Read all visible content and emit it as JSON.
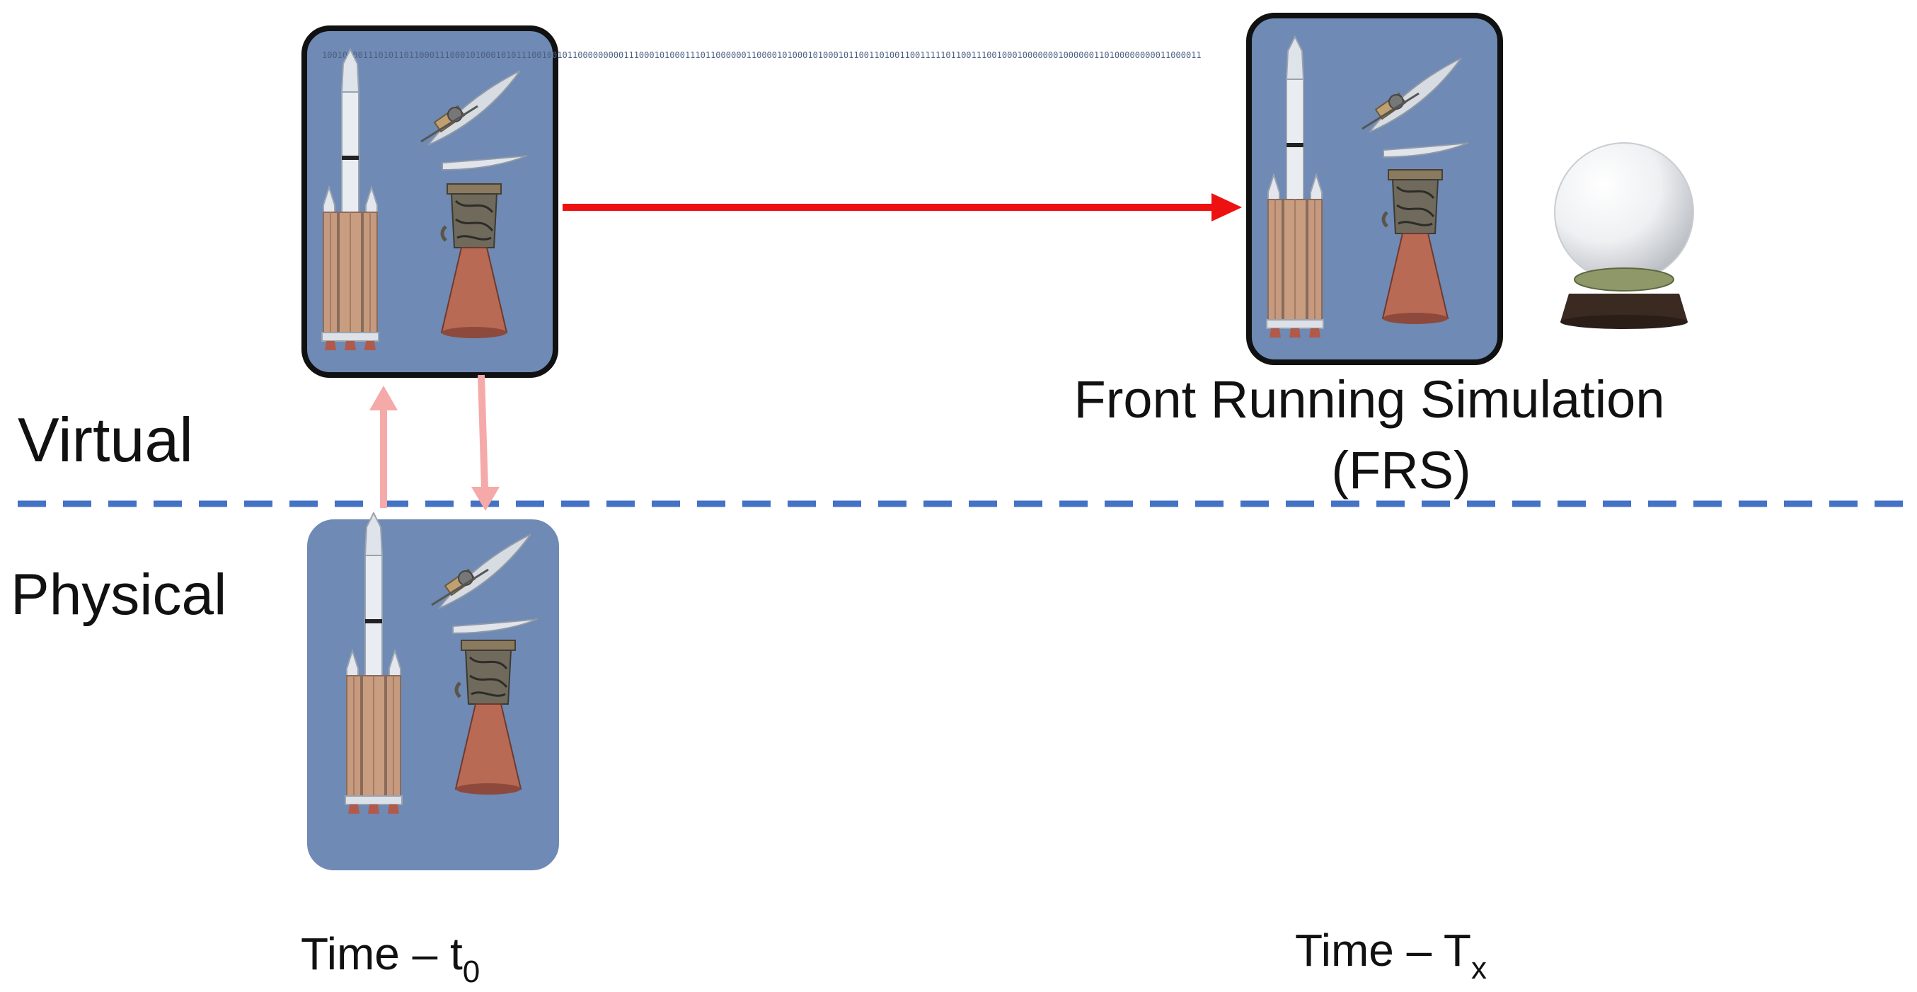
{
  "zones": {
    "virtual_label": "Virtual",
    "physical_label": "Physical"
  },
  "frs": {
    "title_line1": "Front Running Simulation",
    "title_line2": "(FRS)"
  },
  "time_labels": {
    "t0_prefix": "Time – t",
    "t0_subscript": "0",
    "tx_prefix": "Time – T",
    "tx_subscript": "x"
  },
  "binary_text": "1001010011101011011000111000101000101011100100101100000000011100010100011101100000011000010100010100010110011010011001111101100111001000100000001000000110100000000011000011",
  "icons": {
    "rocket": "rocket-icon",
    "engine": "rocket-engine-icon",
    "satellite": "satellite-icon",
    "crystal_ball": "crystal-ball-icon"
  },
  "colors": {
    "panel_fill": "#6f8ab4",
    "panel_border": "#111111",
    "main_arrow": "#ee1111",
    "sync_arrows": "#f6a9a9",
    "divider": "#4472c4"
  }
}
